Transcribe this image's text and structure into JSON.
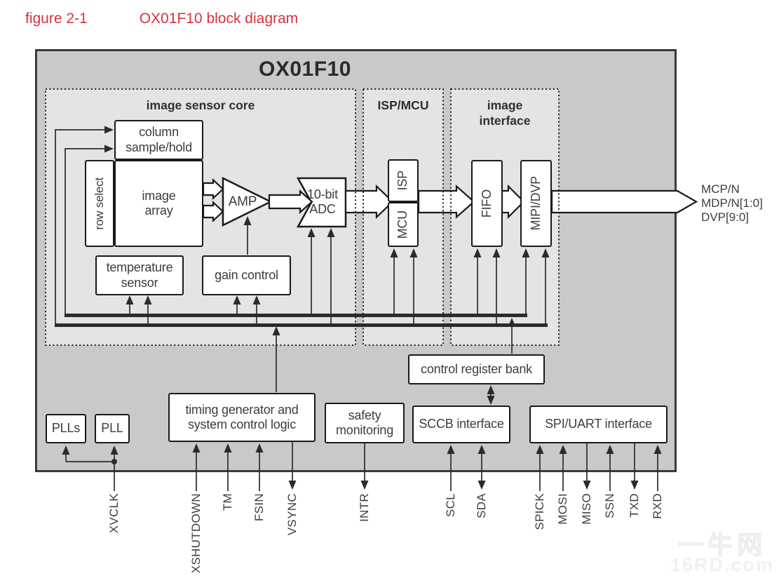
{
  "figure": {
    "label": "figure 2-1",
    "title": "OX01F10 block diagram"
  },
  "chip_title": "OX01F10",
  "regions": {
    "sensor_core": "image sensor core",
    "isp_mcu": "ISP/MCU",
    "image_interface": "image\ninterface"
  },
  "blocks": {
    "column_sample_hold": "column\nsample/hold",
    "row_select": "row select",
    "image_array": "image\narray",
    "amp": "AMP",
    "adc": "10-bit\nADC",
    "temperature_sensor": "temperature\nsensor",
    "gain_control": "gain control",
    "isp": "ISP",
    "mcu": "MCU",
    "fifo": "FIFO",
    "mipi_dvp": "MIPI/DVP",
    "control_register_bank": "control register bank",
    "plls": "PLLs",
    "pll": "PLL",
    "timing_generator": "timing generator and\nsystem control logic",
    "safety_monitoring": "safety\nmonitoring",
    "sccb_interface": "SCCB interface",
    "spi_uart_interface": "SPI/UART interface"
  },
  "outputs": [
    "MCP/N",
    "MDP/N[1:0]",
    "DVP[9:0]"
  ],
  "pins": [
    "XVCLK",
    "XSHUTDOWN",
    "TM",
    "FSIN",
    "VSYNC",
    "INTR",
    "SCL",
    "SDA",
    "SPICK",
    "MOSI",
    "MISO",
    "SSN",
    "TXD",
    "RXD"
  ],
  "watermark": {
    "site_name": "一牛网",
    "site_domain": "16RD.com"
  },
  "colors": {
    "accent_red": "#d6333f",
    "panel_fill": "#c9c9c9",
    "region_fill": "#e4e4e4",
    "block_border": "#1a1a1a",
    "line": "#2b2b2b"
  }
}
